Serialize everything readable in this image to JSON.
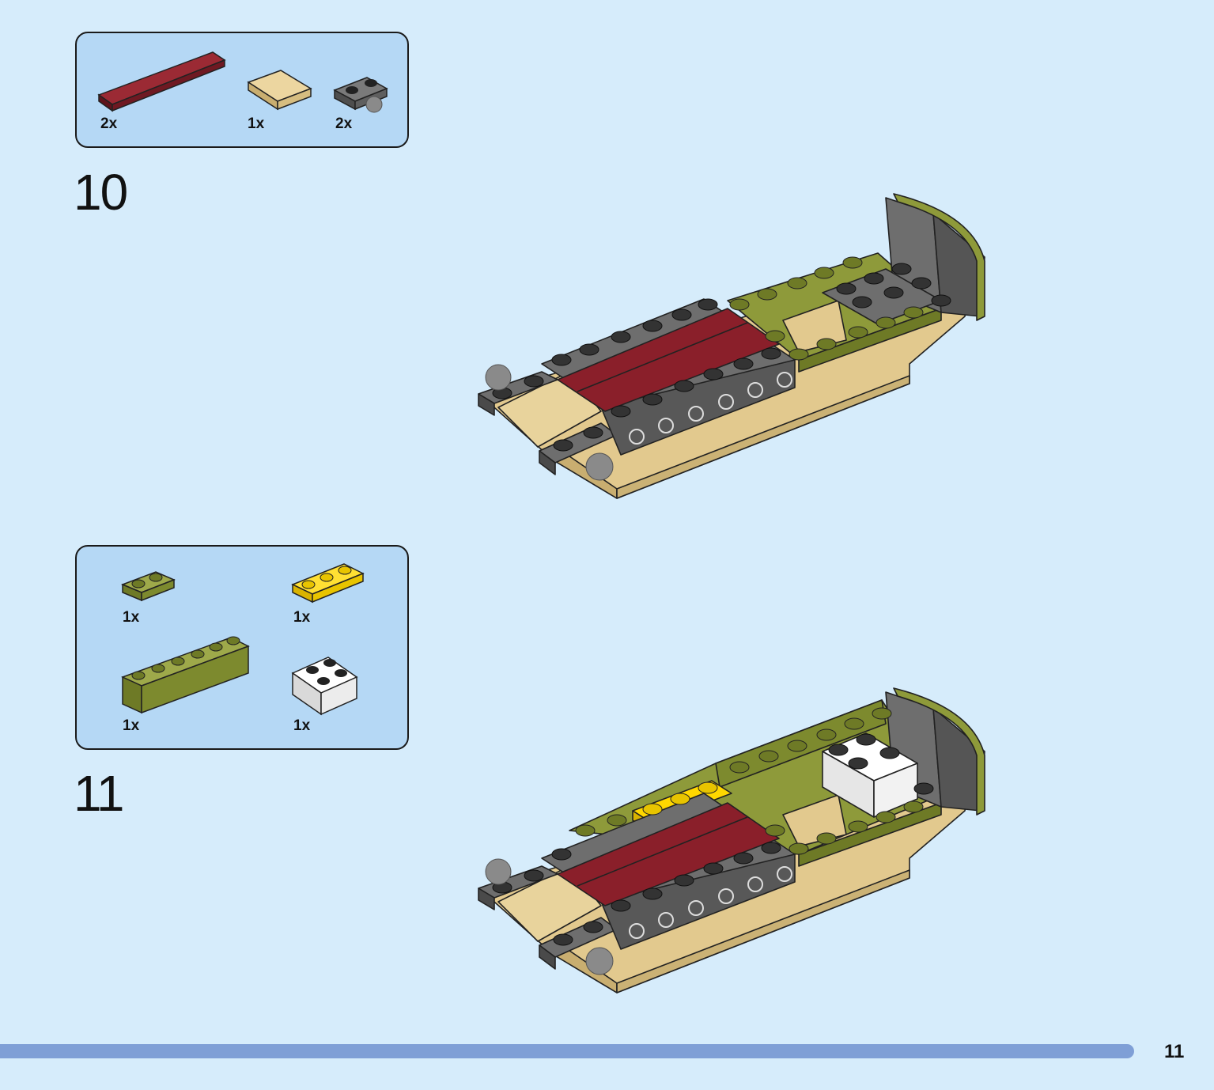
{
  "page": {
    "page_number": "11"
  },
  "steps": [
    {
      "number": "10",
      "parts": [
        {
          "qty": "2x",
          "icon": "dark-red-tile-1x8-icon",
          "color": "#7a1c26"
        },
        {
          "qty": "1x",
          "icon": "tan-tile-2x2-icon",
          "color": "#e2c98e"
        },
        {
          "qty": "2x",
          "icon": "dark-gray-plate-with-ball-icon",
          "color": "#6b6b6b"
        }
      ]
    },
    {
      "number": "11",
      "parts": [
        {
          "qty": "1x",
          "icon": "olive-plate-1x2-icon",
          "color": "#8e9a3a"
        },
        {
          "qty": "1x",
          "icon": "yellow-plate-1x3-icon",
          "color": "#ffd700"
        },
        {
          "qty": "1x",
          "icon": "olive-brick-1x6-icon",
          "color": "#8e9a3a"
        },
        {
          "qty": "1x",
          "icon": "white-brick-2x2-icon",
          "color": "#ffffff"
        }
      ]
    }
  ],
  "colors": {
    "background": "#d6ecfb",
    "parts_box": "#b5d8f5",
    "progress_bar": "#7f9fd6",
    "tan": "#e2c98e",
    "olive": "#8e9a3a",
    "dark_red": "#7a1c26",
    "dark_gray": "#5c5c5c",
    "yellow": "#ffd700"
  }
}
